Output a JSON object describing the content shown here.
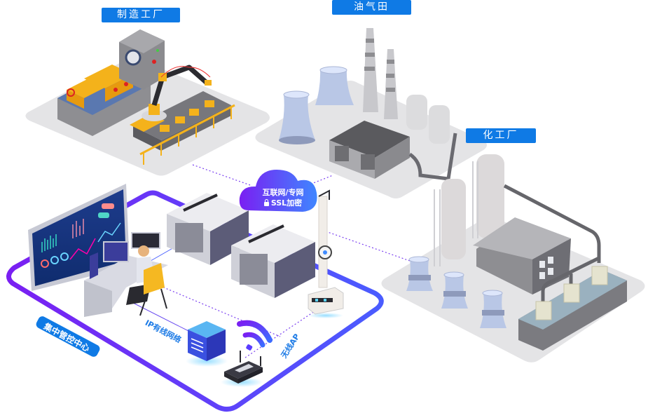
{
  "sites": {
    "manufacturing": {
      "label": "制造工厂"
    },
    "oilfield": {
      "label": "油气田"
    },
    "chemical": {
      "label": "化工厂"
    }
  },
  "cloud": {
    "line1": "互联网/专网",
    "line2": "SSL加密",
    "icon": "lock-icon"
  },
  "control_center": {
    "label": "集中管控中心"
  },
  "links": {
    "wired": "IP有线网络",
    "wireless": "无线AP"
  },
  "colors": {
    "label_bg": "#0f7ae5",
    "accent_purple": "#7b2ff7",
    "accent_blue": "#3d6cff",
    "link_text": "#1d7be6",
    "platform_gray": "#e3e3e5"
  }
}
